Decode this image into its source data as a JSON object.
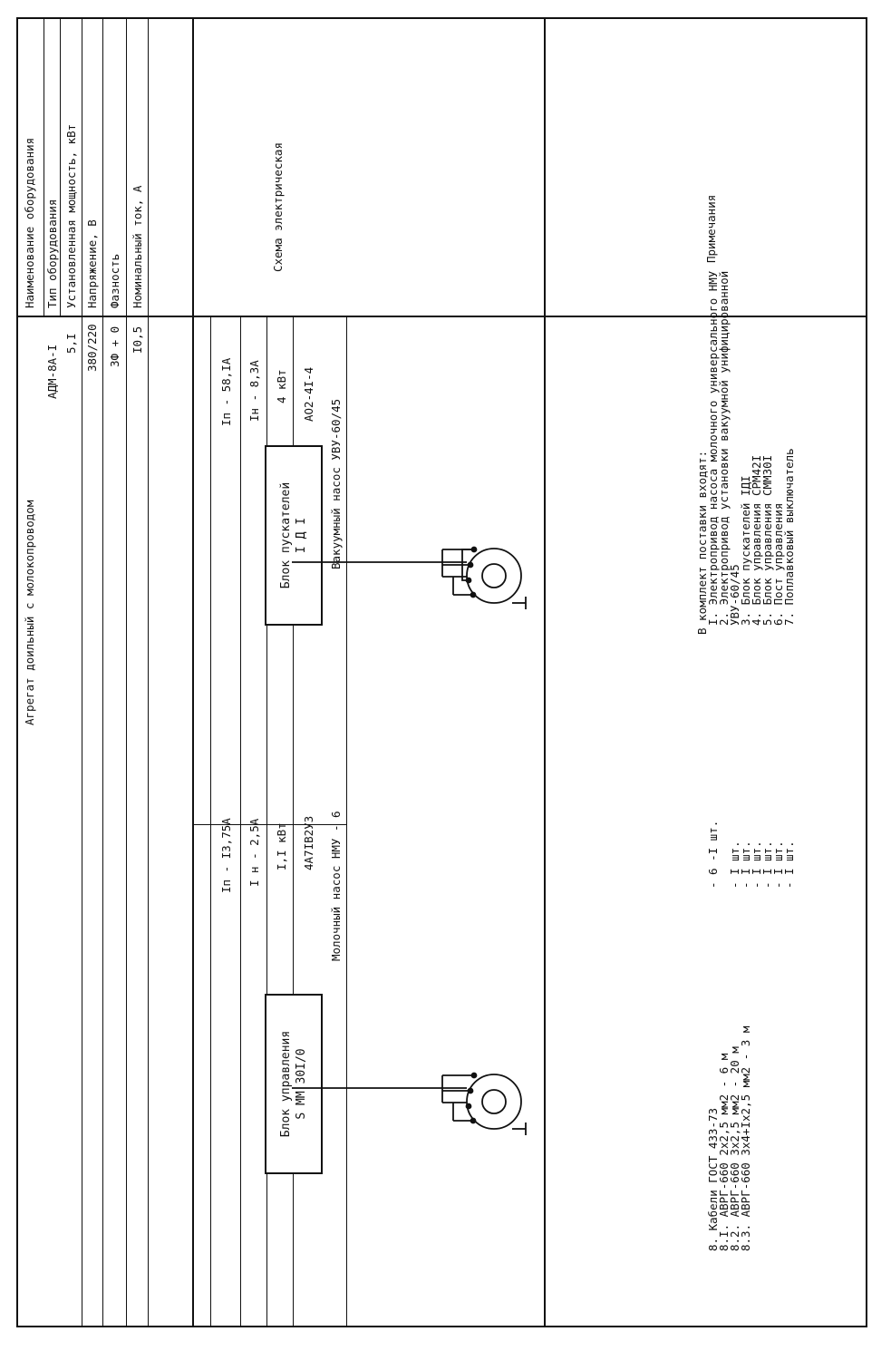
{
  "header": {
    "row_labels": [
      "Наименование оборудования",
      "Тип оборудования",
      "Установленная мощность, кВт",
      "Напряжение, В",
      "Фазность",
      "Номинальный ток, А"
    ],
    "equipment_name": "Агрегат доильный с молокопроводом",
    "equipment_type": "АДМ-8А-I",
    "power": "5,I",
    "voltage": "380/220",
    "phases": "3Ф + 0",
    "current": "I0,5"
  },
  "schema": {
    "label": "Схема электрическая",
    "starter_block": {
      "line1": "Блок пускателей",
      "line2": "I Д I"
    },
    "control_block": {
      "line1": "Блок управления",
      "line2": "S ММ 30I/0"
    }
  },
  "pumps": {
    "vacuum": {
      "name": "Вакуумный насос УВУ-60/45",
      "motor": "АО2-4I-4",
      "power": "4 кВт",
      "rated_current": "Iн - 8,3А",
      "start_current": "Iп - 58,IА"
    },
    "milk": {
      "name": "Молочный насос НМУ - 6",
      "motor": "4А7IВ2У3",
      "power": "I,I кВт",
      "rated_current": "I н - 2,5А",
      "start_current": "Iп - I3,75А"
    }
  },
  "notes": {
    "label": "Примечания",
    "intro": "В комплект поставки входят:",
    "items": [
      {
        "text": "I. Электропривод насоса молочного универсального НМУ",
        "qty": "- 6 -I шт."
      },
      {
        "text": "2. Электропривод установки вакуумной унифицированной",
        "qty": ""
      },
      {
        "text": "    УВУ-60/45",
        "qty": "- I шт."
      },
      {
        "text": "3. Блок пускателей IДI",
        "qty": "- I шт."
      },
      {
        "text": "4. Блок управления СРМ42I",
        "qty": "- I шт."
      },
      {
        "text": "5. Блок управления СММ30I",
        "qty": "- I шт."
      },
      {
        "text": "6. Пост управления",
        "qty": "- I шт."
      },
      {
        "text": "7. Поплавковый выключатель",
        "qty": "- I шт."
      }
    ],
    "cables": [
      "8. Кабели ГОСТ 433-73",
      "8.I. АВРГ-660   2х2,5 мм2 - 6 м",
      "8.2. АВРГ-660   3х2,5 мм2 - 20 м",
      "8.3. АВРГ-660   3х4+Iх2,5 мм2 - 3 м"
    ]
  }
}
